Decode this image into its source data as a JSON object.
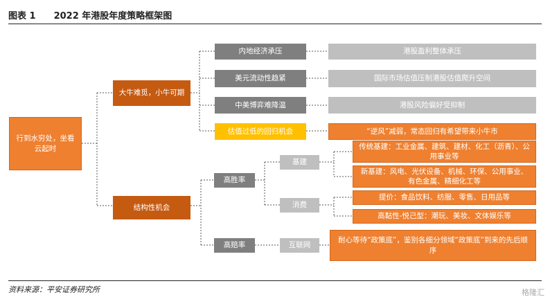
{
  "figure": {
    "title": "图表 1　　2022 年港股年度策略框架图",
    "source": "资料来源：平安证券研究所",
    "watermark": "格隆汇"
  },
  "nodes": {
    "root": "行到水穷处，坐看云起时",
    "bull": "大牛难觅，小牛可期",
    "structural": "结构性机会",
    "c1": "内地经济承压",
    "c2": "美元流动性趋紧",
    "c3": "中美博弈难降温",
    "c4": "估值过低的回归机会",
    "r1": "港股盈利整体承压",
    "r2": "国际市场估值压制港股估值爬升空间",
    "r3": "港股风险偏好受抑制",
    "r4": "“逆风”减弱，常态回归有希望带来小牛市",
    "high_prosperity": "高胜率",
    "high_odds": "高赔率",
    "infra": "基建",
    "consumption": "消费",
    "internet": "互联网",
    "l1": "传统基建：工业金属、建筑、建材、化工（沥青）、公用事业等",
    "l2": "新基建：风电、光伏设备、机械、环保、公用事业、有色金属、精细化工等",
    "l3": "提价：食品饮料、纺服、零售、日用品等",
    "l4": "高黏性-悦己型：潮玩、美妆、文体娱乐等",
    "l5": "耐心等待“政策底”，鉴别各细分领域“政策底”到来的先后顺序"
  }
}
